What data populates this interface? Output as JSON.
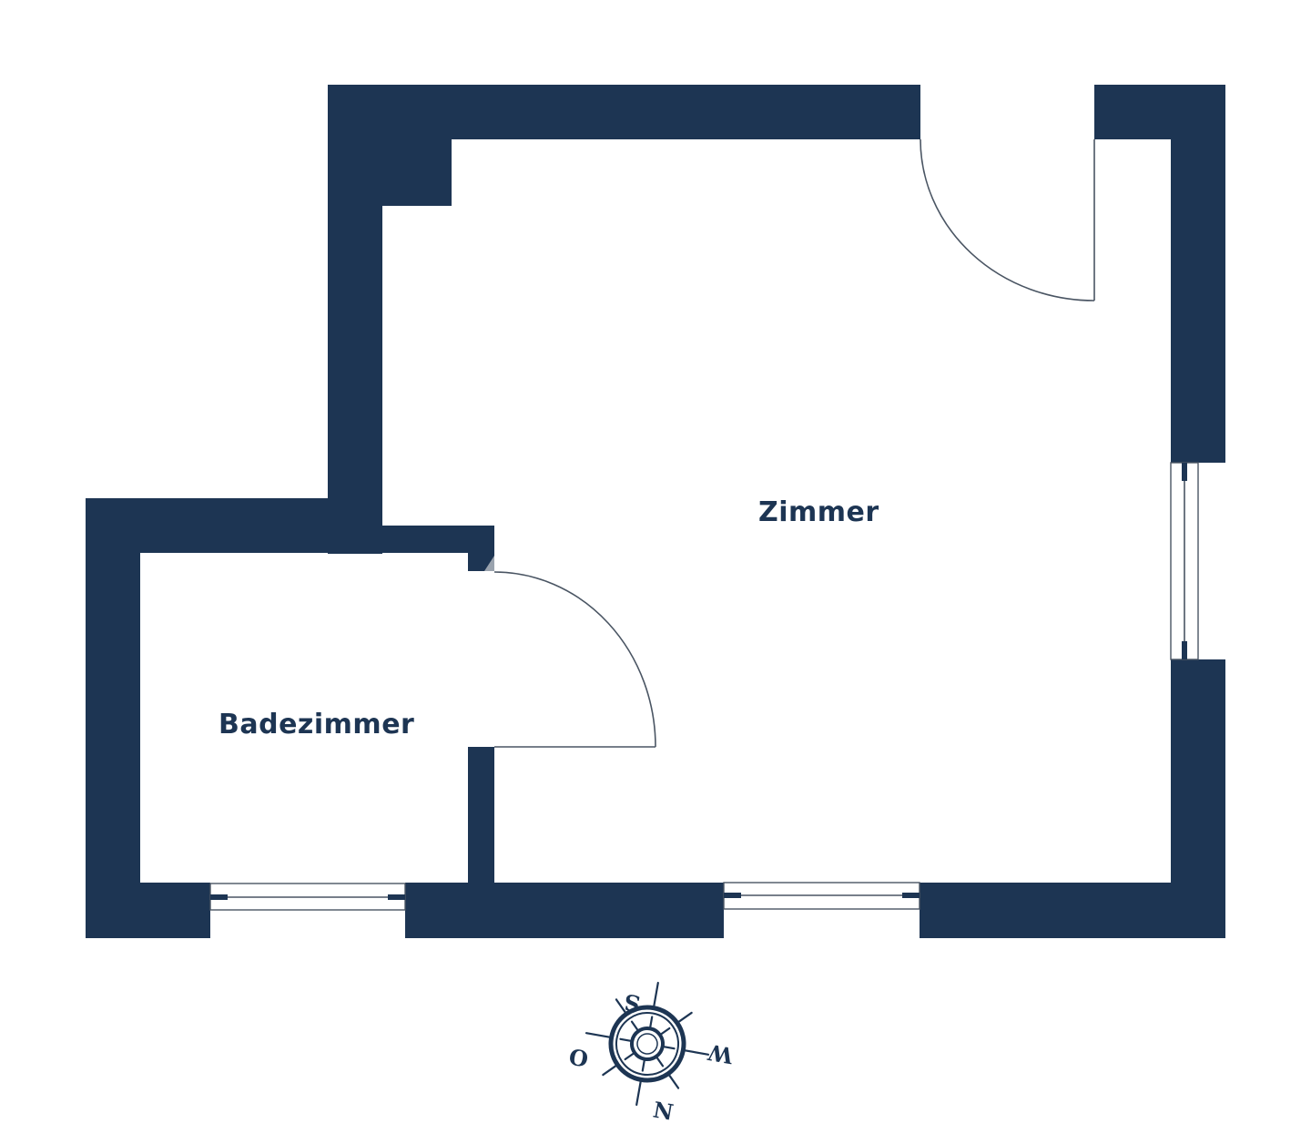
{
  "colors": {
    "wall": "#1d3553",
    "background": "#ffffff",
    "line": "#4a5563",
    "jamb": "#9aa3ae"
  },
  "rooms": [
    {
      "id": "zimmer",
      "label": "Zimmer"
    },
    {
      "id": "badezimmer",
      "label": "Badezimmer"
    }
  ],
  "compass": {
    "icon": "compass-rose-icon",
    "north": "N",
    "south": "S",
    "east": "O",
    "west": "W"
  },
  "openings": {
    "doors": [
      "entrance-door",
      "bathroom-door"
    ],
    "windows": [
      "zimmer-east-window",
      "zimmer-south-window",
      "badezimmer-south-window"
    ]
  }
}
